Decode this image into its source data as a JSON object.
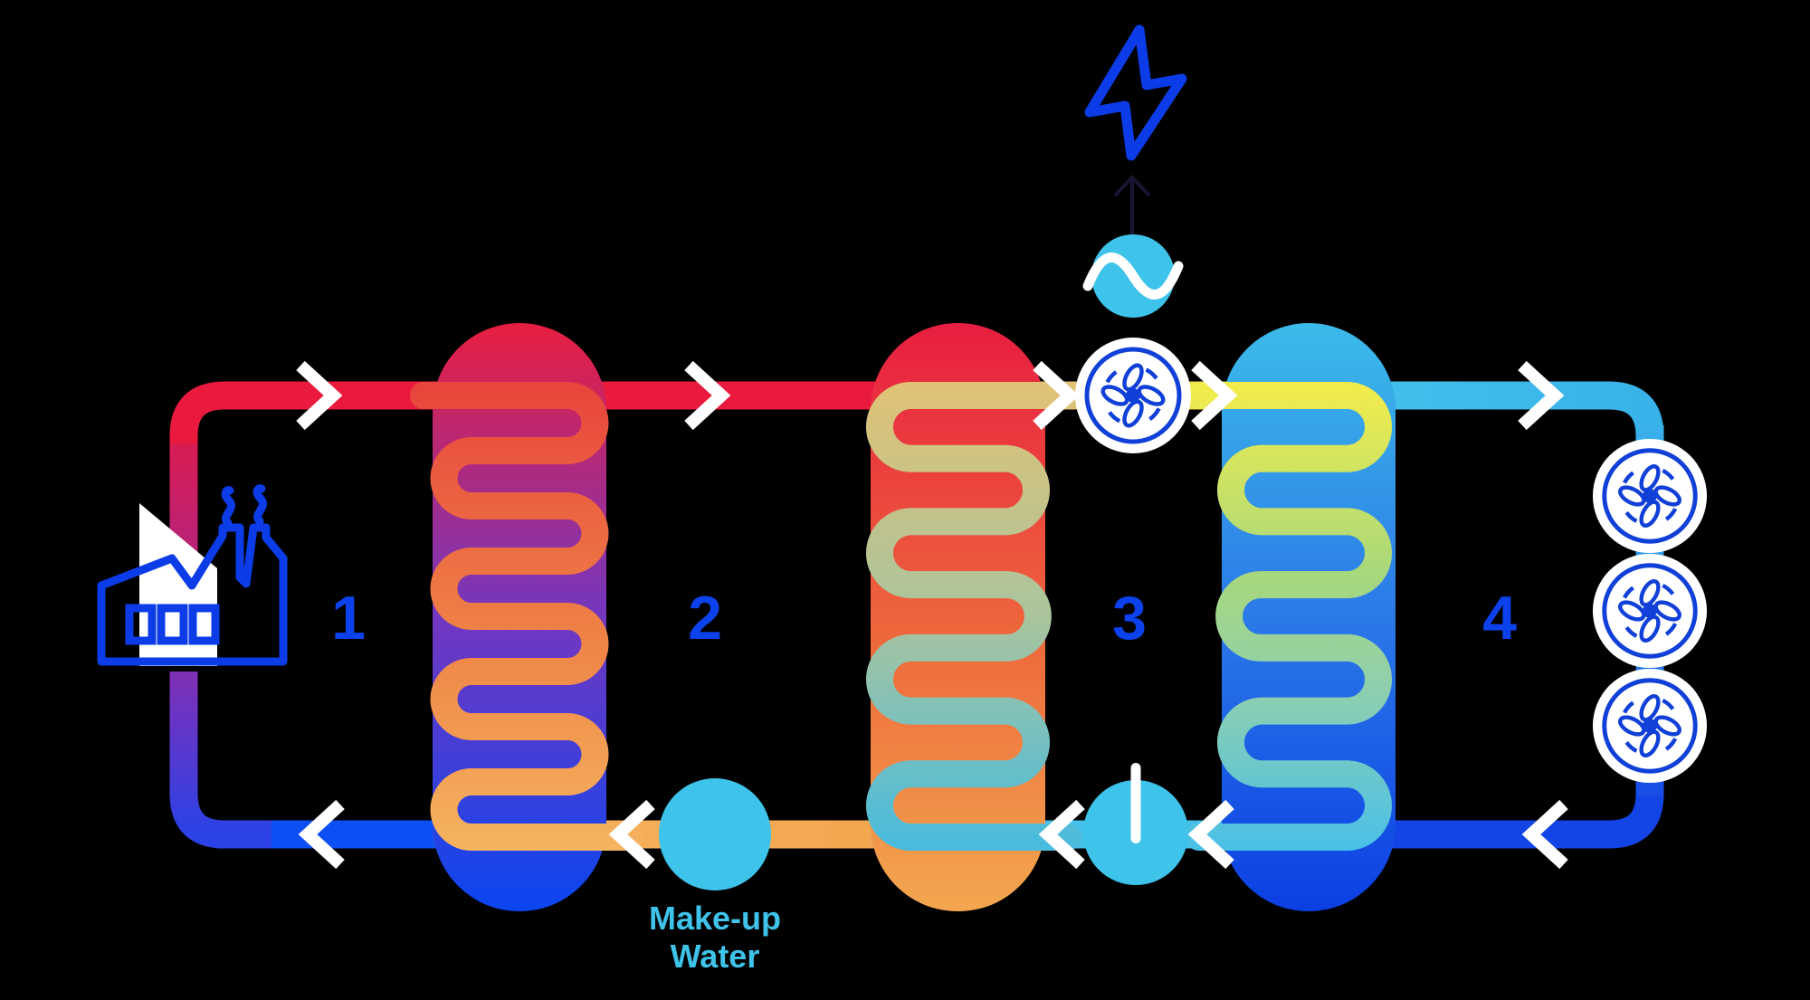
{
  "diagram": {
    "type": "waste-heat-to-power process flow diagram",
    "background_color": "#000000",
    "stage_labels": [
      "1",
      "2",
      "3",
      "4"
    ],
    "makeup_water_label": {
      "line1": "Make-up",
      "line2": "Water"
    },
    "flow_arrows": {
      "top_direction": "right",
      "bottom_direction": "left",
      "top_count": 5,
      "bottom_count": 5
    },
    "icons": {
      "heat_source": "factory-icon",
      "electricity": "lightning-bolt-icon",
      "generator": "generator-sine-icon",
      "turbine": "turbine-fan-icon",
      "pump": "pump-icon",
      "makeup_water": "makeup-water-circle",
      "cooling_fans": [
        "fan-icon",
        "fan-icon",
        "fan-icon"
      ]
    },
    "colors": {
      "hot_red": "#ea1a3f",
      "warm_orange": "#f3a74f",
      "tan": "#e3be77",
      "yellow": "#f2e94d",
      "cyan_accent": "#3ec3ea",
      "sky_blue": "#38b2e8",
      "cool_blue": "#0d4ff2",
      "deep_blue": "#1345e6",
      "purple": "#6c34c4",
      "icon_blue": "#0b3ce8",
      "label_blue": "#0c42ee",
      "arrow_white": "#ffffff"
    }
  }
}
